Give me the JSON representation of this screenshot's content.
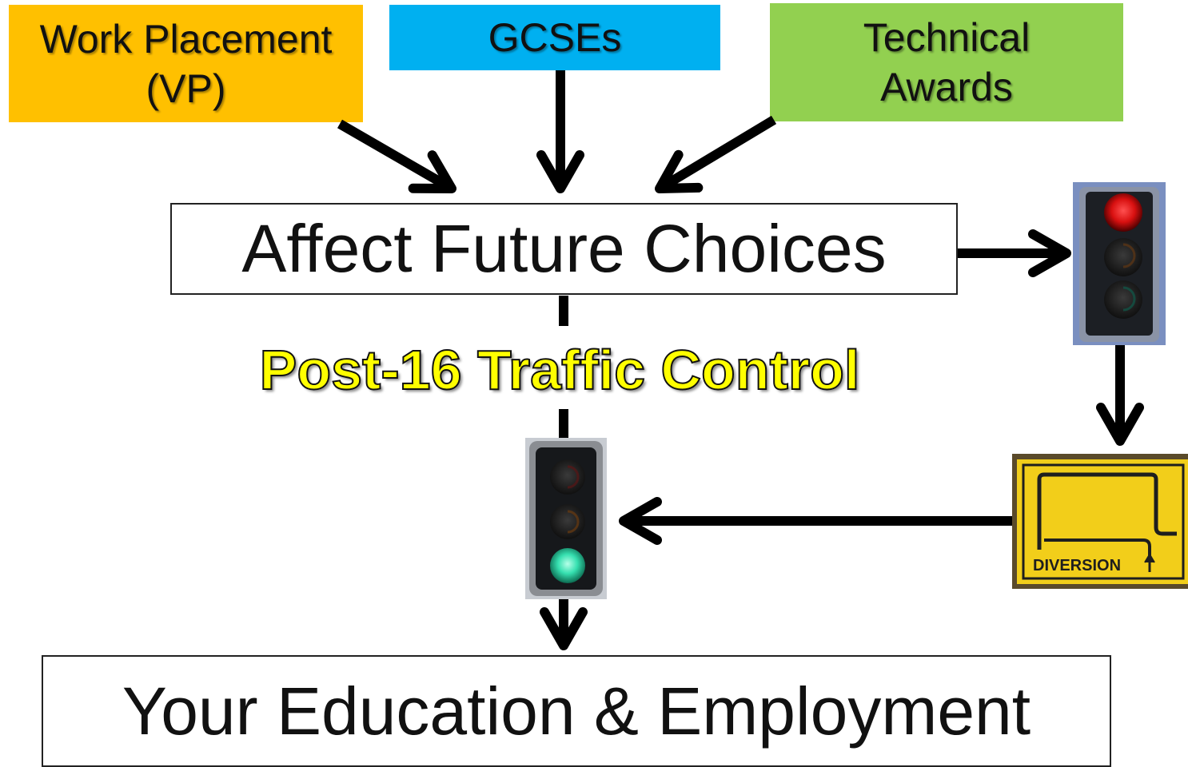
{
  "top_boxes": {
    "work_placement": {
      "line1": "Work Placement",
      "line2": "(VP)",
      "color": "#FFC000"
    },
    "gcses": {
      "label": "GCSEs",
      "color": "#00B0F0"
    },
    "technical_awards": {
      "line1": "Technical",
      "line2": "Awards",
      "color": "#92D050"
    }
  },
  "center_box": {
    "label": "Affect Future Choices"
  },
  "traffic_control": {
    "label": "Post-16 Traffic Control",
    "color": "#FFFF00"
  },
  "diversion_sign": {
    "label": "DIVERSION",
    "color": "#F2CE1A"
  },
  "bottom_box": {
    "label": "Your Education & Employment"
  },
  "icons": {
    "traffic_light_red": "traffic-light-red-icon",
    "traffic_light_green": "traffic-light-green-icon",
    "diversion": "diversion-sign-icon"
  }
}
